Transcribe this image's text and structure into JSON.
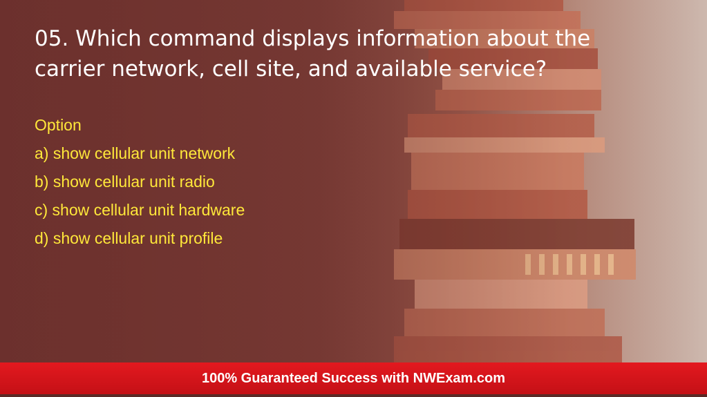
{
  "question": {
    "text": "05. Which command displays information about the carrier network, cell site, and available service?"
  },
  "options": {
    "heading": "Option",
    "items": [
      "a) show cellular unit network",
      "b) show cellular unit radio",
      "c) show cellular unit hardware",
      "d) show cellular unit profile"
    ]
  },
  "footer": {
    "text": "100% Guaranteed Success with NWExam.com"
  },
  "colors": {
    "question_text": "#ffffff",
    "option_text": "#ffe83a",
    "footer_bar": "#e3191f",
    "background": "#6b3430"
  }
}
